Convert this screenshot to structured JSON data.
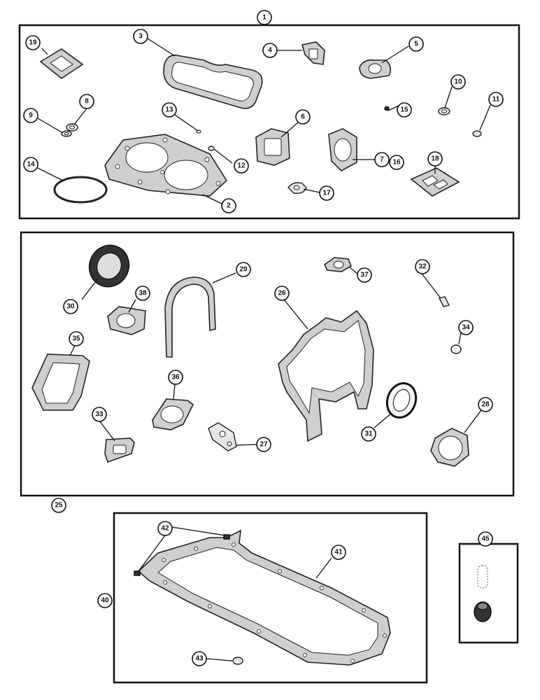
{
  "callouts": {
    "c1": "1",
    "c2": "2",
    "c3": "3",
    "c4": "4",
    "c5": "5",
    "c6": "6",
    "c7": "7",
    "c8": "8",
    "c9": "9",
    "c10": "10",
    "c11": "11",
    "c12": "12",
    "c13": "13",
    "c14": "14",
    "c15": "15",
    "c16": "16",
    "c17": "17",
    "c18": "18",
    "c19": "19",
    "c25": "25",
    "c26": "26",
    "c27": "27",
    "c28": "28",
    "c29": "29",
    "c30": "30",
    "c31": "31",
    "c32": "32",
    "c33": "33",
    "c34": "34",
    "c35": "35",
    "c36": "36",
    "c37": "37",
    "c38": "38",
    "c40": "40",
    "c41": "41",
    "c42": "42",
    "c43": "43",
    "c45": "45"
  }
}
